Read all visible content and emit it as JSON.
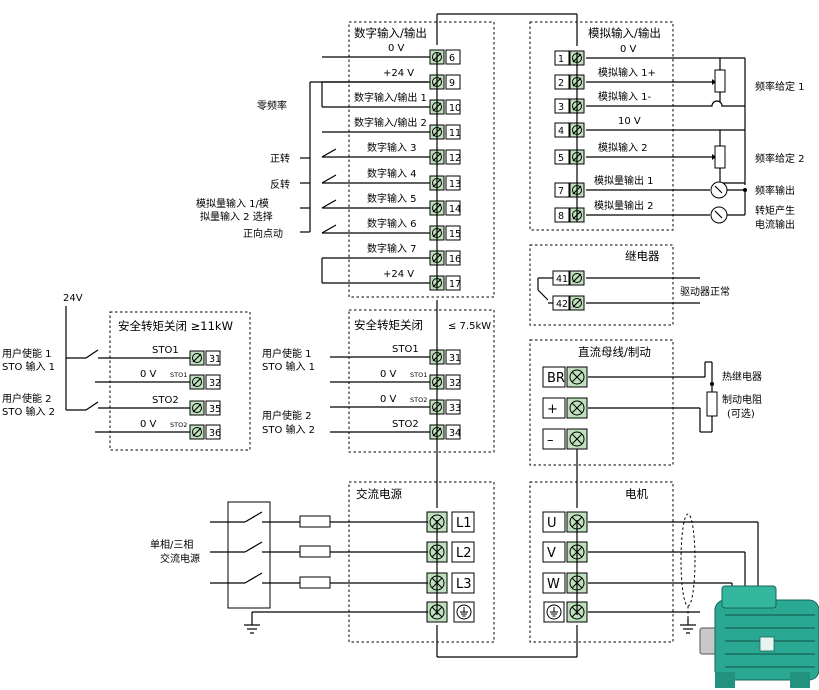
{
  "digital_io": {
    "title": "数字输入/输出",
    "terminals": [
      {
        "num": "6",
        "label": "0 V"
      },
      {
        "num": "9",
        "label": "+24 V"
      },
      {
        "num": "10",
        "label": "数字输入/输出 1"
      },
      {
        "num": "11",
        "label": "数字输入/输出 2"
      },
      {
        "num": "12",
        "label": "数字输入 3"
      },
      {
        "num": "13",
        "label": "数字输入 4"
      },
      {
        "num": "14",
        "label": "数字输入 5"
      },
      {
        "num": "15",
        "label": "数字输入 6"
      },
      {
        "num": "16",
        "label": "数字输入 7"
      },
      {
        "num": "17",
        "label": "+24 V"
      }
    ],
    "ext_labels": [
      "零频率",
      "正转",
      "反转",
      "模拟量输入 1/模",
      "拟量输入 2 选择",
      "正向点动"
    ]
  },
  "analog_io": {
    "title": "模拟输入/输出",
    "terminals": [
      {
        "num": "1",
        "label": "0 V"
      },
      {
        "num": "2",
        "label": "模拟输入 1+"
      },
      {
        "num": "3",
        "label": "模拟输入 1-"
      },
      {
        "num": "4",
        "label": "10 V"
      },
      {
        "num": "5",
        "label": "模拟输入 2"
      },
      {
        "num": "7",
        "label": "模拟量输出 1"
      },
      {
        "num": "8",
        "label": "模拟量输出 2"
      }
    ],
    "ext_labels": [
      "频率给定 1",
      "频率给定 2",
      "频率输出",
      "转矩产生",
      "电流输出"
    ]
  },
  "relay": {
    "title": "继电器",
    "terminals": [
      "41",
      "42"
    ],
    "ext_label": "驱动器正常"
  },
  "sto_large": {
    "title": "安全转矩关闭 ≥11kW",
    "supply": "24V",
    "rows": [
      {
        "num": "31",
        "label": "STO1"
      },
      {
        "num": "32",
        "label": "0 V",
        "sub": "STO1"
      },
      {
        "num": "35",
        "label": "STO2"
      },
      {
        "num": "36",
        "label": "0 V",
        "sub": "STO2"
      }
    ],
    "ext_labels": [
      "用户使能 1",
      "STO 输入 1",
      "用户使能 2",
      "STO 输入 2"
    ]
  },
  "sto_small": {
    "title": "安全转矩关闭",
    "title_suffix": "≤ 7.5kW",
    "rows": [
      {
        "num": "31",
        "label": "STO1"
      },
      {
        "num": "32",
        "label": "0 V",
        "sub": "STO1"
      },
      {
        "num": "33",
        "label": "0 V",
        "sub": "STO2"
      },
      {
        "num": "34",
        "label": "STO2"
      }
    ],
    "ext_labels": [
      "用户使能 1",
      "STO 输入 1",
      "用户使能 2",
      "STO 输入 2"
    ]
  },
  "dc_bus": {
    "title": "直流母线/制动",
    "terminals": [
      "BR",
      "+",
      "–"
    ],
    "ext_labels": [
      "热继电器",
      "制动电阻",
      "(可选)"
    ]
  },
  "ac_supply": {
    "title": "交流电源",
    "terminals": [
      "L1",
      "L2",
      "L3"
    ],
    "ext_labels": [
      "单相/三相",
      "交流电源"
    ]
  },
  "motor": {
    "title": "电机",
    "terminals": [
      "U",
      "V",
      "W"
    ]
  },
  "colors": {
    "terminal_green": "#bfe0bd",
    "motor_teal": "#2aa893",
    "line": "#000000"
  }
}
